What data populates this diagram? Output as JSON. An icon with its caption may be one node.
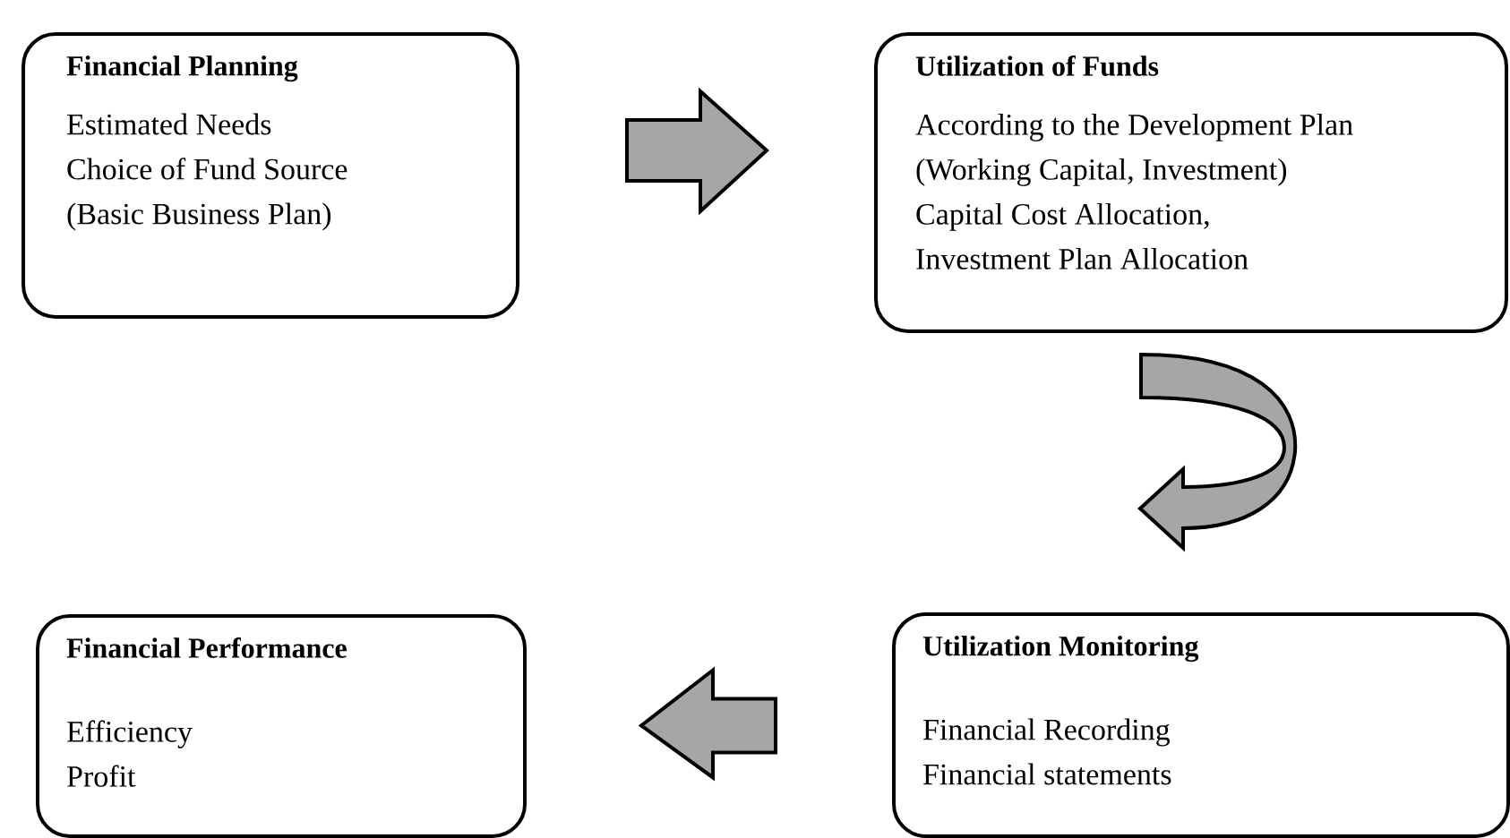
{
  "diagram": {
    "nodes": [
      {
        "text": [
          "Financial Planning",
          "Estimated Needs",
          "Choice of Fund Source",
          "(Basic Business Plan)"
        ]
      },
      {
        "text": [
          "Utilization of Funds",
          "According to the Development Plan",
          "(Working Capital, Investment)",
          "Capital Cost Allocation,",
          "Investment Plan Allocation"
        ]
      },
      {
        "text": [
          "Financial Performance",
          "Efficiency",
          "Profit"
        ]
      },
      {
        "text": [
          "Utilization Monitoring",
          "Financial Recording",
          "Financial statements"
        ]
      }
    ],
    "edges": [
      {
        "from": 0,
        "to": 1,
        "arrow": "to"
      },
      {
        "from": 1,
        "to": 3,
        "arrow": "to"
      },
      {
        "from": 3,
        "to": 2,
        "arrow": "to"
      }
    ]
  }
}
